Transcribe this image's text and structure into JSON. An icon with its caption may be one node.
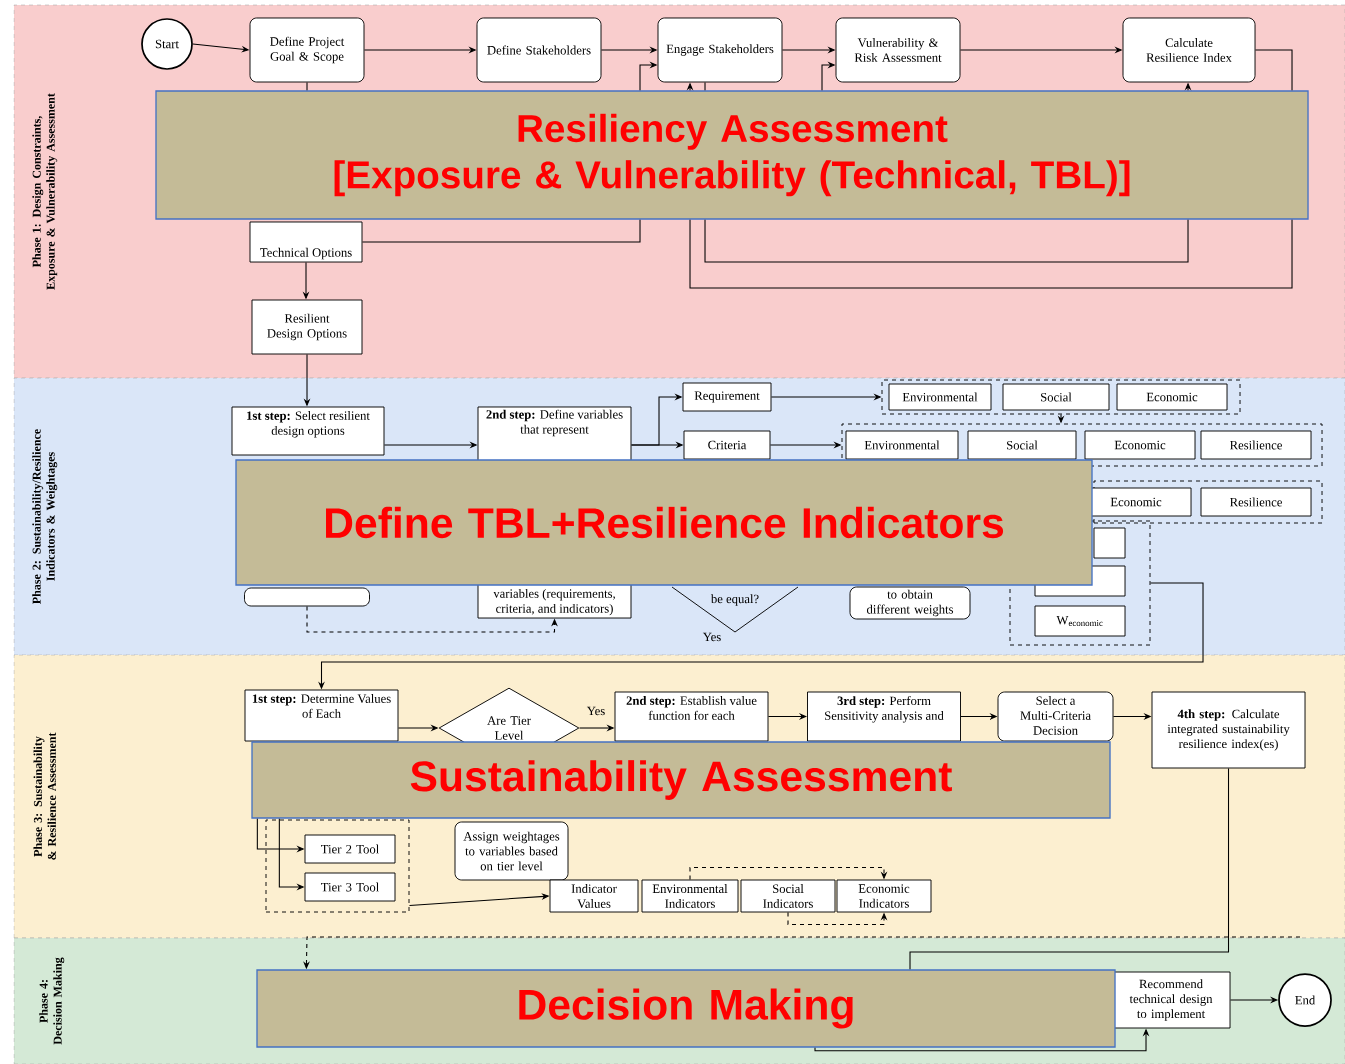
{
  "diagram": {
    "nodes": [
      {
        "text": [
          "Phase 1: Design Constraints, Exposure & Vulnerability Assessment"
        ]
      },
      {
        "text": [
          "Phase 2: Sustainability/Resilience Indicators & Weightages"
        ]
      },
      {
        "text": [
          "Phase 3: Sustainability & Resilience Assessment"
        ]
      },
      {
        "text": [
          "Phase 4: Decision Making"
        ]
      },
      {
        "text": [
          "Start"
        ],
        "in": 0
      },
      {
        "text": [
          "Define Project Goal & Scope"
        ],
        "in": 0
      },
      {
        "text": [
          "Define Stakeholders"
        ],
        "in": 0
      },
      {
        "text": [
          "Engage Stakeholders"
        ],
        "in": 0
      },
      {
        "text": [
          "Vulnerability & Risk Assessment"
        ],
        "in": 0
      },
      {
        "text": [
          "Calculate Resilience Index"
        ],
        "in": 0
      },
      {
        "text": [
          "Technical Options"
        ],
        "in": 0
      },
      {
        "text": [
          "Resilient Design Options"
        ],
        "in": 0
      },
      {
        "text": [
          "Resiliency Assessment",
          "[Exposure & Vulnerability (Technical, TBL)]"
        ],
        "in": 0
      },
      {
        "text": [
          "**1st step:** Select resilient design options"
        ],
        "in": 1
      },
      {
        "text": [],
        "shape": "box",
        "in": 1
      },
      {
        "text": [
          "**2nd step:** Define variables that represent",
          "variables (requirements, criteria, and indicators)"
        ],
        "in": 1
      },
      {
        "text": [
          "Requirement"
        ],
        "in": 1
      },
      {
        "text": [
          "Criteria"
        ],
        "in": 1
      },
      {
        "text": [],
        "shape": "box",
        "in": 1
      },
      {
        "text": [
          "Environmental"
        ],
        "in": 18
      },
      {
        "text": [
          "Social"
        ],
        "in": 18
      },
      {
        "text": [
          "Economic"
        ],
        "in": 18
      },
      {
        "text": [],
        "shape": "box",
        "in": 1
      },
      {
        "text": [
          "Environmental"
        ],
        "in": 22
      },
      {
        "text": [
          "Social"
        ],
        "in": 22
      },
      {
        "text": [
          "Economic"
        ],
        "in": 22
      },
      {
        "text": [
          "Resilience"
        ],
        "in": 22
      },
      {
        "text": [],
        "shape": "box",
        "in": 1
      },
      {
        "text": [
          "Economic"
        ],
        "in": 27
      },
      {
        "text": [
          "Resilience"
        ],
        "in": 27
      },
      {
        "text": [],
        "shape": "box",
        "in": 1
      },
      {
        "text": [],
        "shape": "box",
        "in": 30
      },
      {
        "text": [],
        "shape": "box",
        "in": 30
      },
      {
        "text": [
          "W$_{economic}$"
        ],
        "in": 30
      },
      {
        "text": [
          "be equal?"
        ],
        "beside": [
          "Yes"
        ],
        "in": 1
      },
      {
        "text": [
          "to obtain different weights"
        ],
        "in": 1
      },
      {
        "text": [
          "Define TBL+Resilience Indicators"
        ],
        "in": 1
      },
      {
        "text": [
          "**1st step:** Determine Values of Each"
        ],
        "in": 2
      },
      {
        "text": [
          "Are Tier Level"
        ],
        "in": 2
      },
      {
        "text": [
          "**2nd step:** Establish value function for each"
        ],
        "in": 2
      },
      {
        "text": [
          "**3rd step:** Perform Sensitivity analysis and"
        ],
        "in": 2
      },
      {
        "text": [
          "Select a Multi-Criteria Decision"
        ],
        "in": 2
      },
      {
        "text": [
          "**4th step:** Calculate integrated sustainability resilience index(es)"
        ],
        "in": 2
      },
      {
        "text": [],
        "shape": "box",
        "in": 2
      },
      {
        "text": [
          "Tier 2 Tool"
        ],
        "in": 43
      },
      {
        "text": [
          "Tier 3 Tool"
        ],
        "in": 43
      },
      {
        "text": [
          "Assign weightages to variables based on tier level"
        ],
        "in": 2
      },
      {
        "text": [
          "Indicator Values"
        ],
        "in": 2
      },
      {
        "text": [
          "Environmental Indicators"
        ],
        "in": 2
      },
      {
        "text": [
          "Social Indicators"
        ],
        "in": 2
      },
      {
        "text": [
          "Economic Indicators"
        ],
        "in": 2
      },
      {
        "text": [
          "Sustainability Assessment"
        ],
        "in": 2
      },
      {
        "text": [
          "Recommend technical design to implement"
        ],
        "in": 3
      },
      {
        "text": [
          "End"
        ],
        "in": 3
      },
      {
        "text": [
          "Decision Making"
        ],
        "in": 3
      }
    ],
    "edges": [
      {
        "from": 4,
        "to": 5,
        "arrow": "to"
      },
      {
        "from": 5,
        "to": 6,
        "arrow": "to"
      },
      {
        "from": 6,
        "to": 7,
        "arrow": "to"
      },
      {
        "from": 7,
        "to": 8,
        "arrow": "to"
      },
      {
        "from": 8,
        "to": 9,
        "arrow": "to"
      },
      {
        "from": 10,
        "to": 12,
        "arrow": "none"
      },
      {
        "from": 12,
        "to": 7,
        "arrow": "to"
      },
      {
        "from": 9,
        "to": 12,
        "arrow": "none"
      },
      {
        "from": 12,
        "to": 12,
        "arrow": "none"
      },
      {
        "from": 12,
        "to": 7,
        "arrow": "to"
      },
      {
        "from": 7,
        "to": 12,
        "arrow": "none"
      },
      {
        "from": 12,
        "to": 12,
        "arrow": "none"
      },
      {
        "from": 12,
        "to": 9,
        "arrow": "to"
      },
      {
        "from": 12,
        "to": 8,
        "arrow": "to"
      },
      {
        "from": 5,
        "to": 12,
        "arrow": "none"
      },
      {
        "from": 10,
        "to": 11,
        "arrow": "to"
      },
      {
        "from": 11,
        "to": 13,
        "arrow": "to"
      },
      {
        "from": 13,
        "to": 15,
        "arrow": "to"
      },
      {
        "from": 14,
        "to": 15,
        "arrow": "to",
        "style": "dashed"
      },
      {
        "from": 15,
        "to": 16,
        "arrow": "to"
      },
      {
        "from": 15,
        "to": 17,
        "arrow": "to"
      },
      {
        "from": 16,
        "to": 18,
        "arrow": "to"
      },
      {
        "from": 17,
        "to": 22,
        "arrow": "to"
      },
      {
        "from": 18,
        "to": 22,
        "arrow": "to"
      },
      {
        "from": 30,
        "to": 37,
        "arrow": "to"
      },
      {
        "from": 37,
        "to": 38,
        "arrow": "to"
      },
      {
        "from": 38,
        "to": 39,
        "arrow": "to",
        "label": "Yes"
      },
      {
        "from": 39,
        "to": 40,
        "arrow": "to"
      },
      {
        "from": 40,
        "to": 41,
        "arrow": "to"
      },
      {
        "from": 41,
        "to": 42,
        "arrow": "to"
      },
      {
        "from": 51,
        "to": 44,
        "arrow": "to"
      },
      {
        "from": 51,
        "to": 45,
        "arrow": "to"
      },
      {
        "from": 43,
        "to": 47,
        "arrow": "to"
      },
      {
        "from": 48,
        "to": 50,
        "arrow": "to",
        "style": "dashed"
      },
      {
        "from": 49,
        "to": 50,
        "arrow": "to",
        "style": "dashed"
      },
      {
        "from": null,
        "to": 54,
        "arrow": "to",
        "style": "dashed"
      },
      {
        "from": 54,
        "to": 52,
        "arrow": "to"
      },
      {
        "from": 52,
        "to": 53,
        "arrow": "to"
      },
      {
        "from": 42,
        "to": 54,
        "arrow": "none"
      }
    ]
  }
}
